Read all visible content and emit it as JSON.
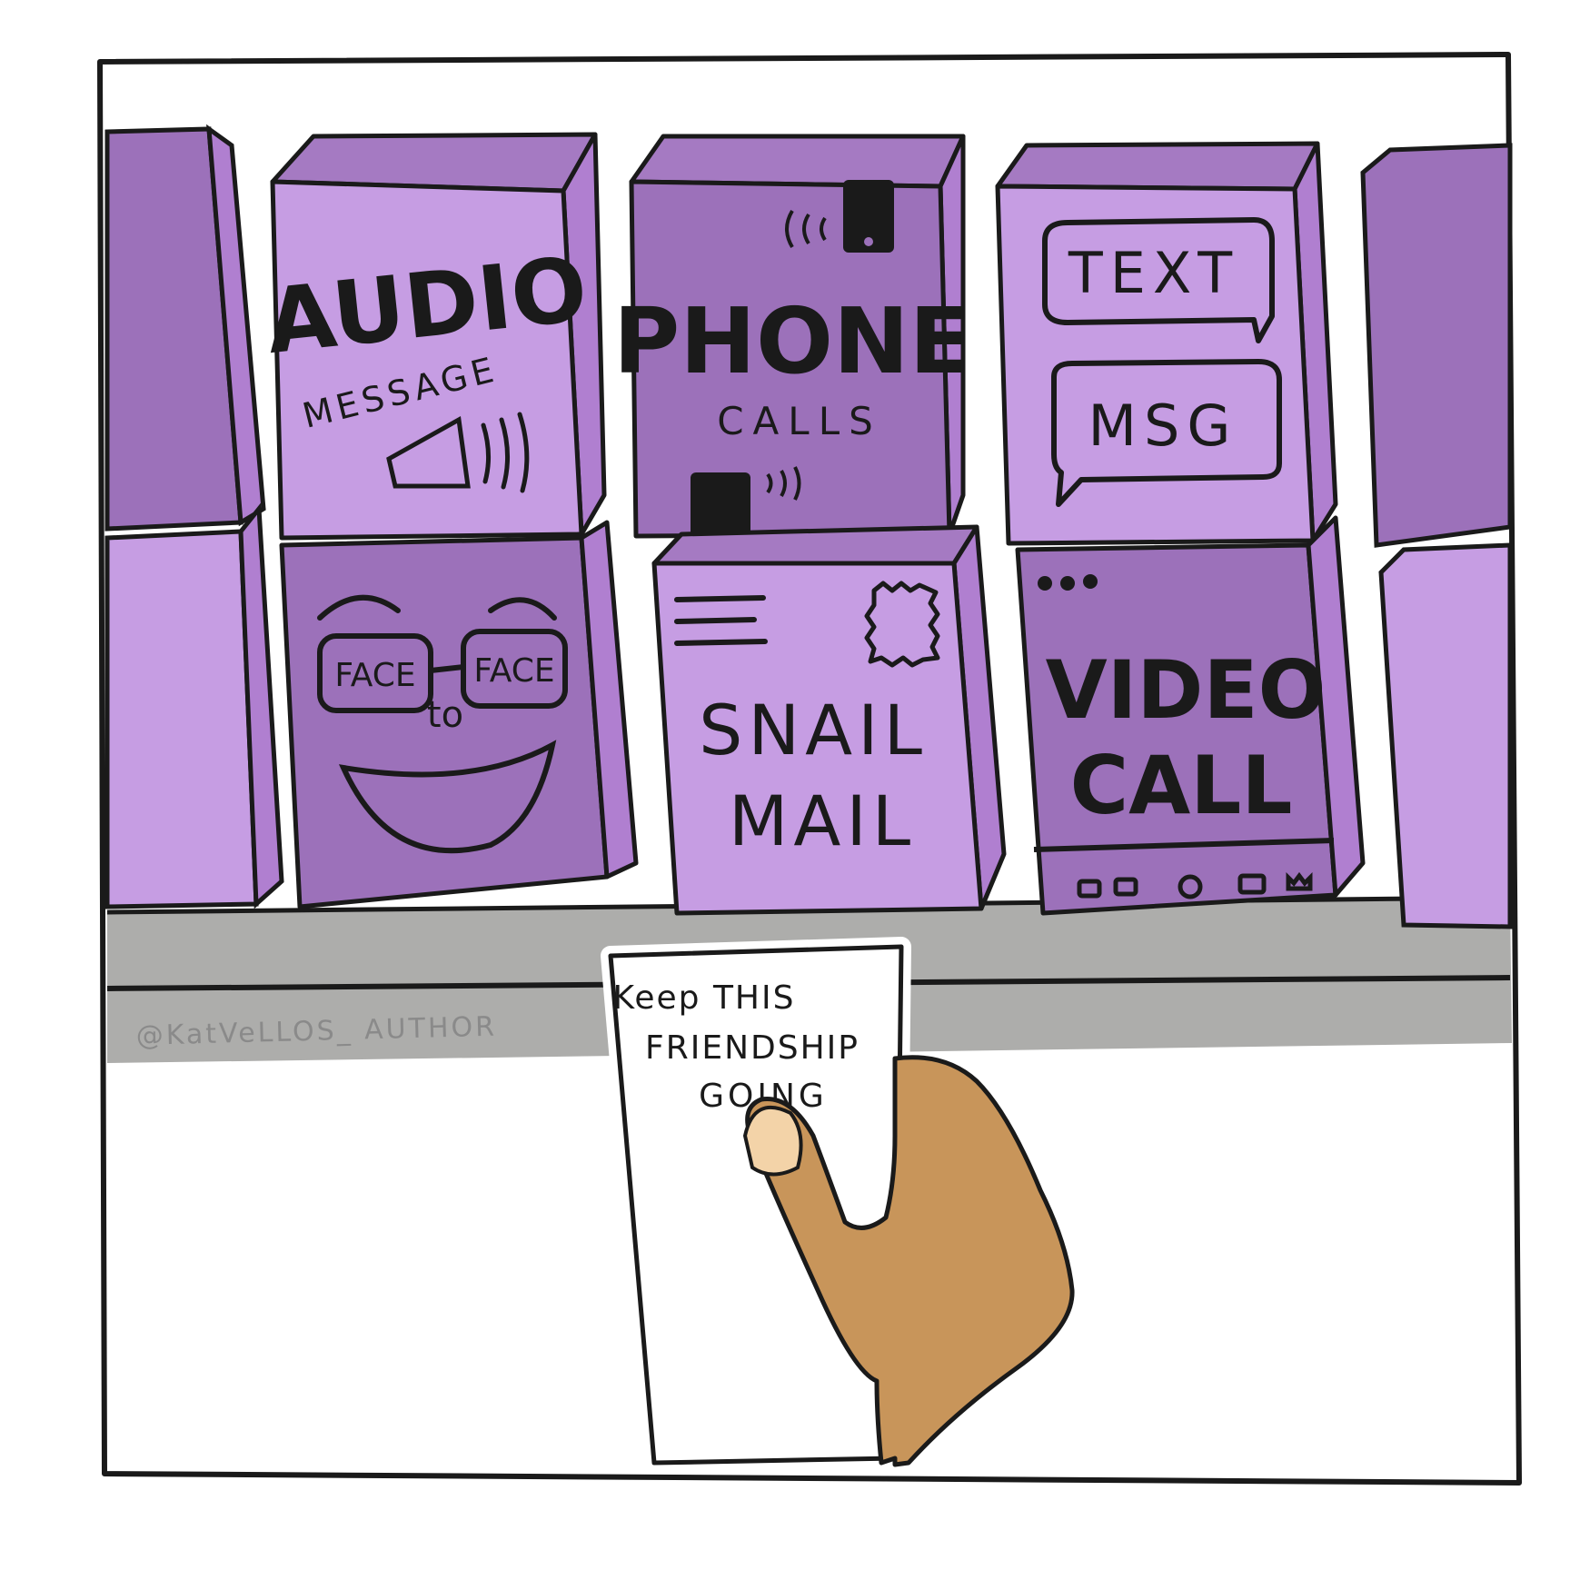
{
  "colors": {
    "light_purple": "#c69de3",
    "dark_purple": "#9c71ba",
    "side_purple": "#b07fd0",
    "top_purple": "#a57ac2",
    "shelf_gray": "#adadab",
    "skin": "#c8955a",
    "nail": "#f3d3a8",
    "ink": "#1a1a1a"
  },
  "boxes": {
    "audio": {
      "title": "AUDIO",
      "subtitle": "MESSAGE",
      "icon": "megaphone-icon"
    },
    "phone": {
      "title": "PHONE",
      "subtitle": "CALLS",
      "icon": "smartphone-icon"
    },
    "text": {
      "line1": "TEXT",
      "line2": "MSG",
      "icon": "speech-bubble-icon"
    },
    "face": {
      "left": "FACE",
      "connector": "to",
      "right": "FACE",
      "icon": "smiley-face-icon"
    },
    "snail": {
      "line1": "SNAIL",
      "line2": "MAIL",
      "icon": "postage-stamp-icon"
    },
    "video": {
      "line1": "VIDEO",
      "line2": "CALL",
      "icon": "video-window-icon"
    }
  },
  "note": {
    "line1": "Keep THIS",
    "line2": "FRIENDSHIP",
    "line3": "GOING"
  },
  "watermark": "@KatVeLLOS_ AUTHOR"
}
